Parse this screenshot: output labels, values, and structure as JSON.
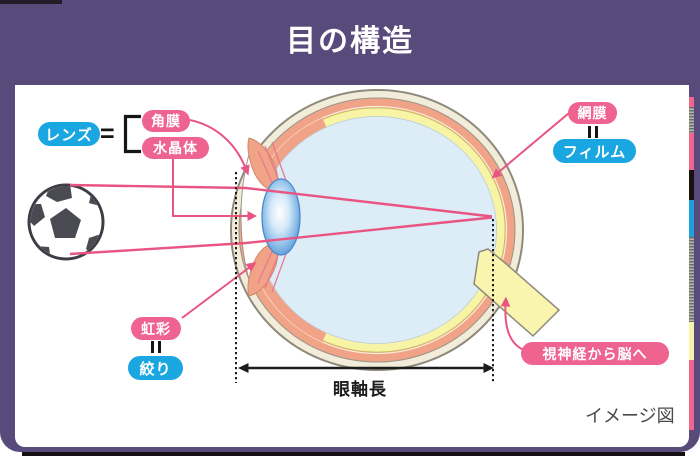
{
  "title": "目の構造",
  "diagram": {
    "labels": {
      "lens": "レンズ",
      "equals": "=",
      "cornea": "角膜",
      "crystalline_lens": "水晶体",
      "retina": "網膜",
      "film": "フィルム",
      "iris": "虹彩",
      "aperture": "絞り",
      "optic_nerve_to_brain": "視神経から脳へ",
      "axial_length": "眼軸長"
    },
    "note": "イメージ図",
    "objects": [
      "soccer-ball",
      "eye-cross-section",
      "light-rays",
      "optic-nerve"
    ]
  },
  "colors": {
    "frame_purple": "#594a7c",
    "label_pink": "#ee6390",
    "label_blue": "#1aa6e1",
    "line_pink": "#e95582",
    "sclera_cream": "#f2ecda",
    "choroid_salmon": "#f1a387",
    "retina_yellow": "#f8f4a6",
    "vitreous_blue": "#dcedf8",
    "lens_blue": "#4f93d5",
    "dimension_black": "#1c1c1c",
    "note_gray": "#4c4948"
  }
}
